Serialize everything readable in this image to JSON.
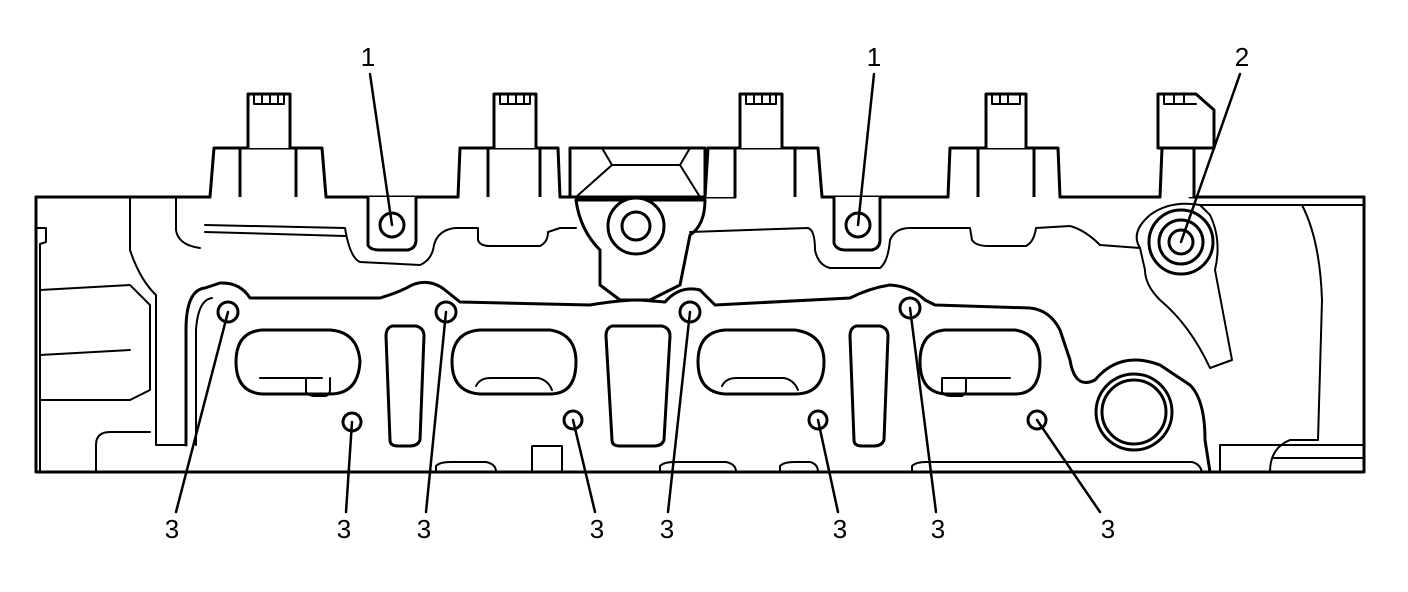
{
  "callouts": [
    {
      "label": "1"
    },
    {
      "label": "1"
    },
    {
      "label": "2"
    },
    {
      "label": "3"
    },
    {
      "label": "3"
    },
    {
      "label": "3"
    },
    {
      "label": "3"
    },
    {
      "label": "3"
    },
    {
      "label": "3"
    },
    {
      "label": "3"
    },
    {
      "label": "3"
    }
  ]
}
